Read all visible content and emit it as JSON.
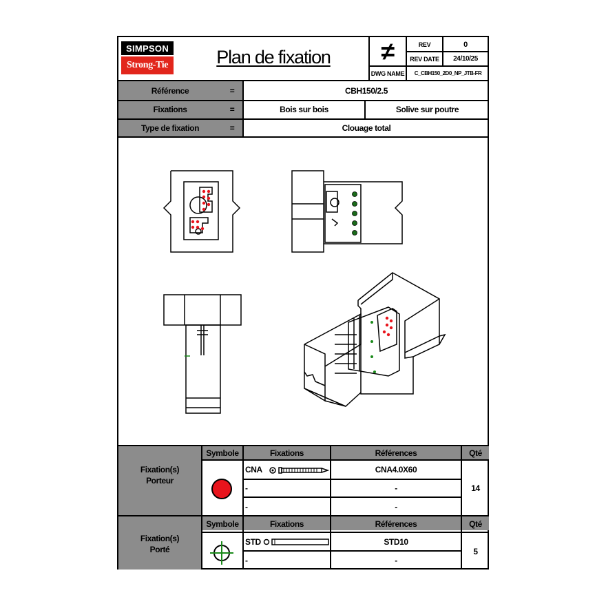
{
  "header": {
    "logo_top": "SIMPSON",
    "logo_bottom": "Strong-Tie",
    "title": "Plan de fixation",
    "rev_label": "REV",
    "rev_value": "0",
    "rev_date_label": "REV DATE",
    "rev_date_value": "24/10/25",
    "dwg_name_label": "DWG NAME",
    "dwg_name_value": "C_CBH150_2D0_NP_JTB-FR",
    "not_equal_symbol": "≠"
  },
  "info": {
    "reference_label": "Référence",
    "reference_value": "CBH150/2.5",
    "fixations_label": "Fixations",
    "fixations_value_1": "Bois sur bois",
    "fixations_value_2": "Solive sur poutre",
    "type_label": "Type de fixation",
    "type_value": "Clouage total",
    "equals": "="
  },
  "porteur": {
    "section_label_1": "Fixation(s)",
    "section_label_2": "Porteur",
    "col_symbole": "Symbole",
    "col_fixations": "Fixations",
    "col_references": "Références",
    "col_qte": "Qté",
    "row1_fixation": "CNA",
    "row1_reference": "CNA4.0X60",
    "row2_fixation": "-",
    "row2_reference": "-",
    "row3_fixation": "-",
    "row3_reference": "-",
    "qte": "14",
    "symbol_color": "#e8141c"
  },
  "porte": {
    "section_label_1": "Fixation(s)",
    "section_label_2": "Porté",
    "col_symbole": "Symbole",
    "col_fixations": "Fixations",
    "col_references": "Références",
    "col_qte": "Qté",
    "row1_fixation": "STD",
    "row1_reference": "STD10",
    "row2_fixation": "-",
    "row2_reference": "-",
    "qte": "5",
    "symbol_color": "#1a8a1a"
  }
}
